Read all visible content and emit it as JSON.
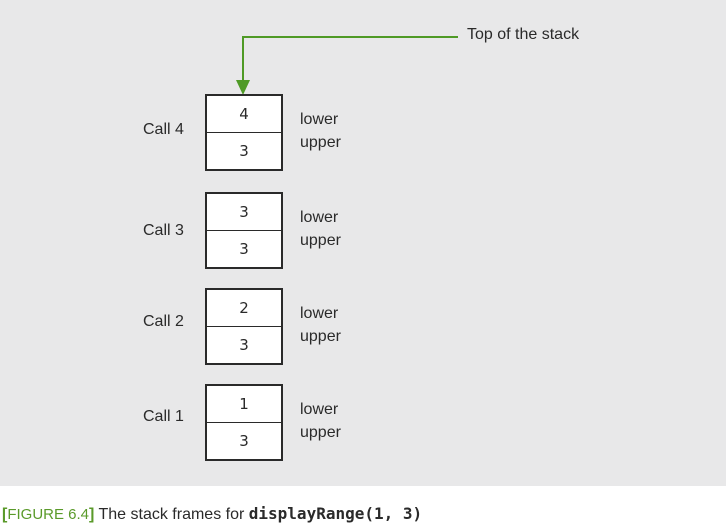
{
  "diagram": {
    "top_label": "Top of the stack",
    "arrow_color": "#4f9a26",
    "frames": [
      {
        "call_label": "Call 4",
        "lower_value": "4",
        "upper_value": "3",
        "lower_name": "lower",
        "upper_name": "upper"
      },
      {
        "call_label": "Call 3",
        "lower_value": "3",
        "upper_value": "3",
        "lower_name": "lower",
        "upper_name": "upper"
      },
      {
        "call_label": "Call 2",
        "lower_value": "2",
        "upper_value": "3",
        "lower_name": "lower",
        "upper_name": "upper"
      },
      {
        "call_label": "Call 1",
        "lower_value": "1",
        "upper_value": "3",
        "lower_name": "lower",
        "upper_name": "upper"
      }
    ]
  },
  "caption": {
    "bracket_open": "[",
    "figure_number": "FIGURE 6.4",
    "bracket_close": "]",
    "text": " The stack frames for ",
    "code": "displayRange(1, 3)"
  }
}
